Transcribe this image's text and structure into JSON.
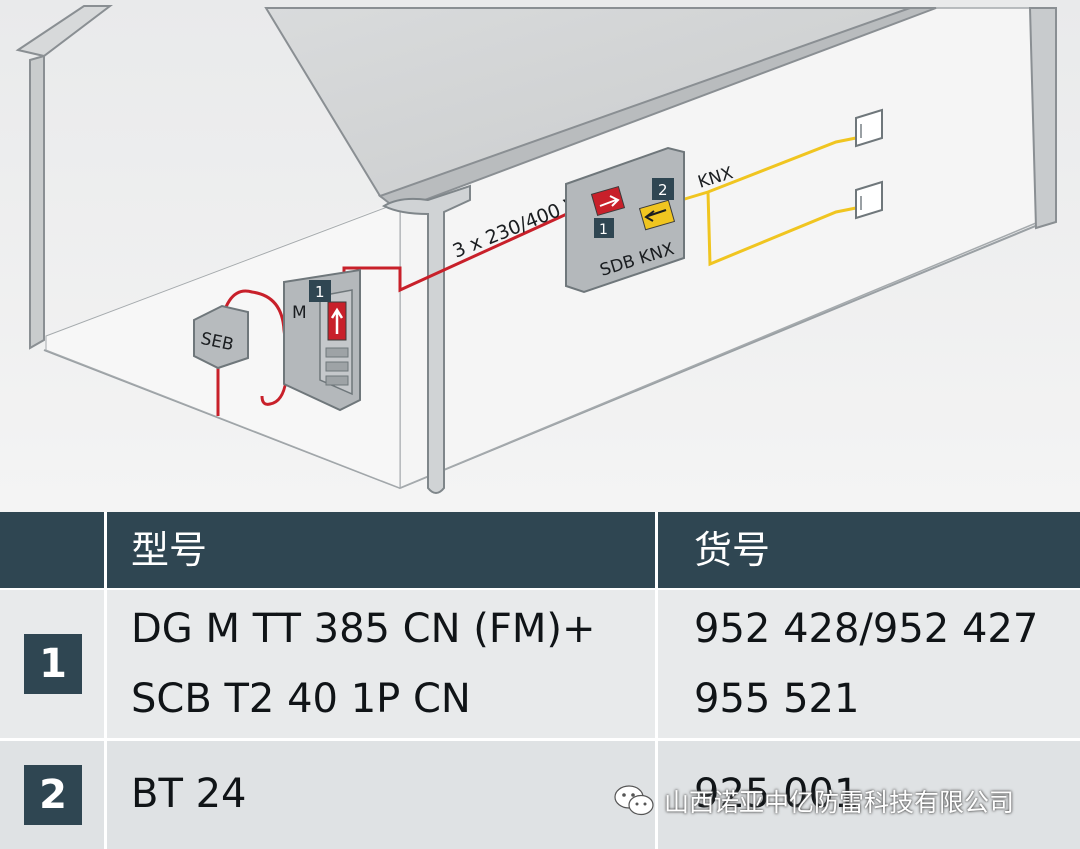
{
  "diagram": {
    "labels": {
      "seb": "SEB",
      "meter": "M",
      "supply": "3 x 230/400 V",
      "knx": "KNX",
      "subboard": "SDB KNX",
      "marker1": "1",
      "marker2": "2"
    },
    "colors": {
      "power_line": "#c8202a",
      "bus_line": "#f0c520",
      "wall": "#eeeeee",
      "outline": "#7a8084"
    }
  },
  "table": {
    "headers": [
      "",
      "型号",
      "货号"
    ],
    "rows": [
      {
        "marker": "1",
        "model_line1": "DG M TT 385 CN (FM)+",
        "model_line2": "SCB T2 40 1P CN",
        "part_line1": "952 428/952 427",
        "part_line2": "955 521"
      },
      {
        "marker": "2",
        "model_line1": "BT 24",
        "part_line1": "925 001"
      }
    ]
  },
  "watermark": {
    "text": "山西诺亚中亿防雷科技有限公司",
    "icon": "wechat-icon"
  }
}
